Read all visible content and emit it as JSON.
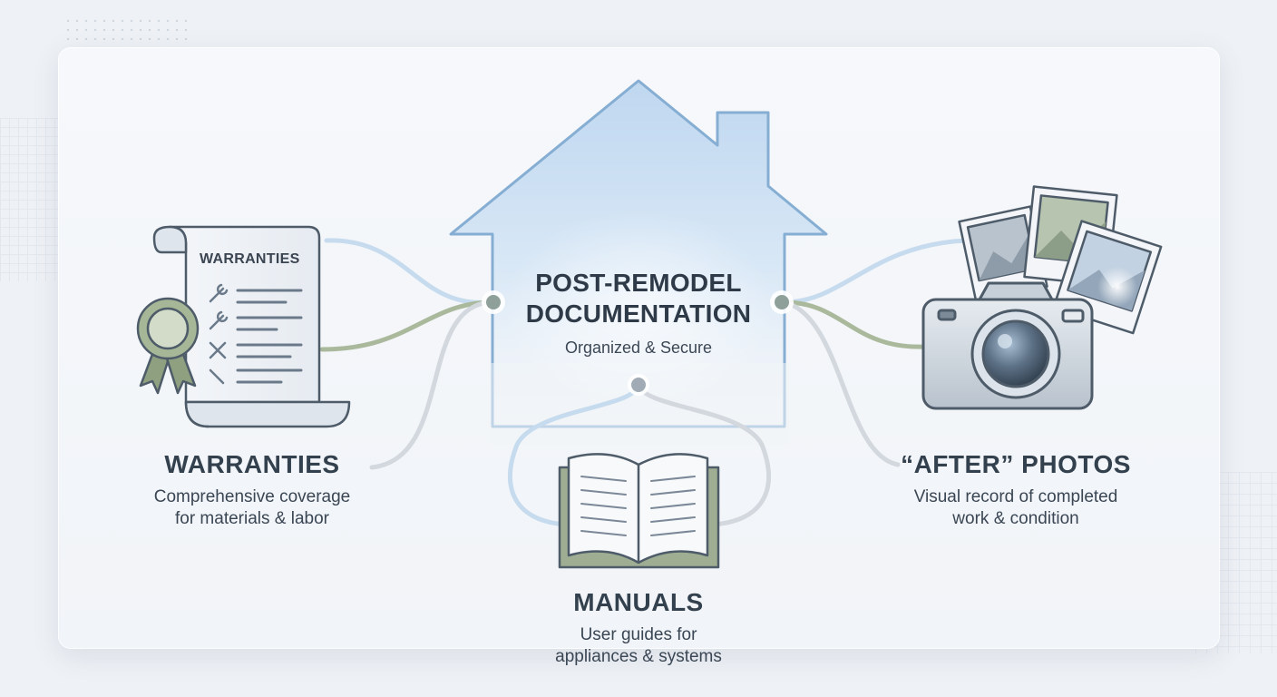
{
  "center": {
    "title_line1": "POST-REMODEL",
    "title_line2": "DOCUMENTATION",
    "subtitle": "Organized & Secure"
  },
  "warranties": {
    "document_heading": "WARRANTIES",
    "title": "WARRANTIES",
    "desc_line1": "Comprehensive coverage",
    "desc_line2": "for materials & labor"
  },
  "manuals": {
    "title": "MANUALS",
    "desc_line1": "User guides for",
    "desc_line2": "appliances & systems"
  },
  "photos": {
    "title": "“AFTER” PHOTOS",
    "desc_line1": "Visual record of completed",
    "desc_line2": "work & condition"
  },
  "colors": {
    "house_fill": "#cfe2f5",
    "house_stroke": "#7fa8cf",
    "connector_blue": "#bcd4ea",
    "connector_green": "#a9b99a",
    "connector_gray": "#cdd3da",
    "seal_green": "#9aad8c",
    "icon_stroke": "#4e5b69"
  }
}
